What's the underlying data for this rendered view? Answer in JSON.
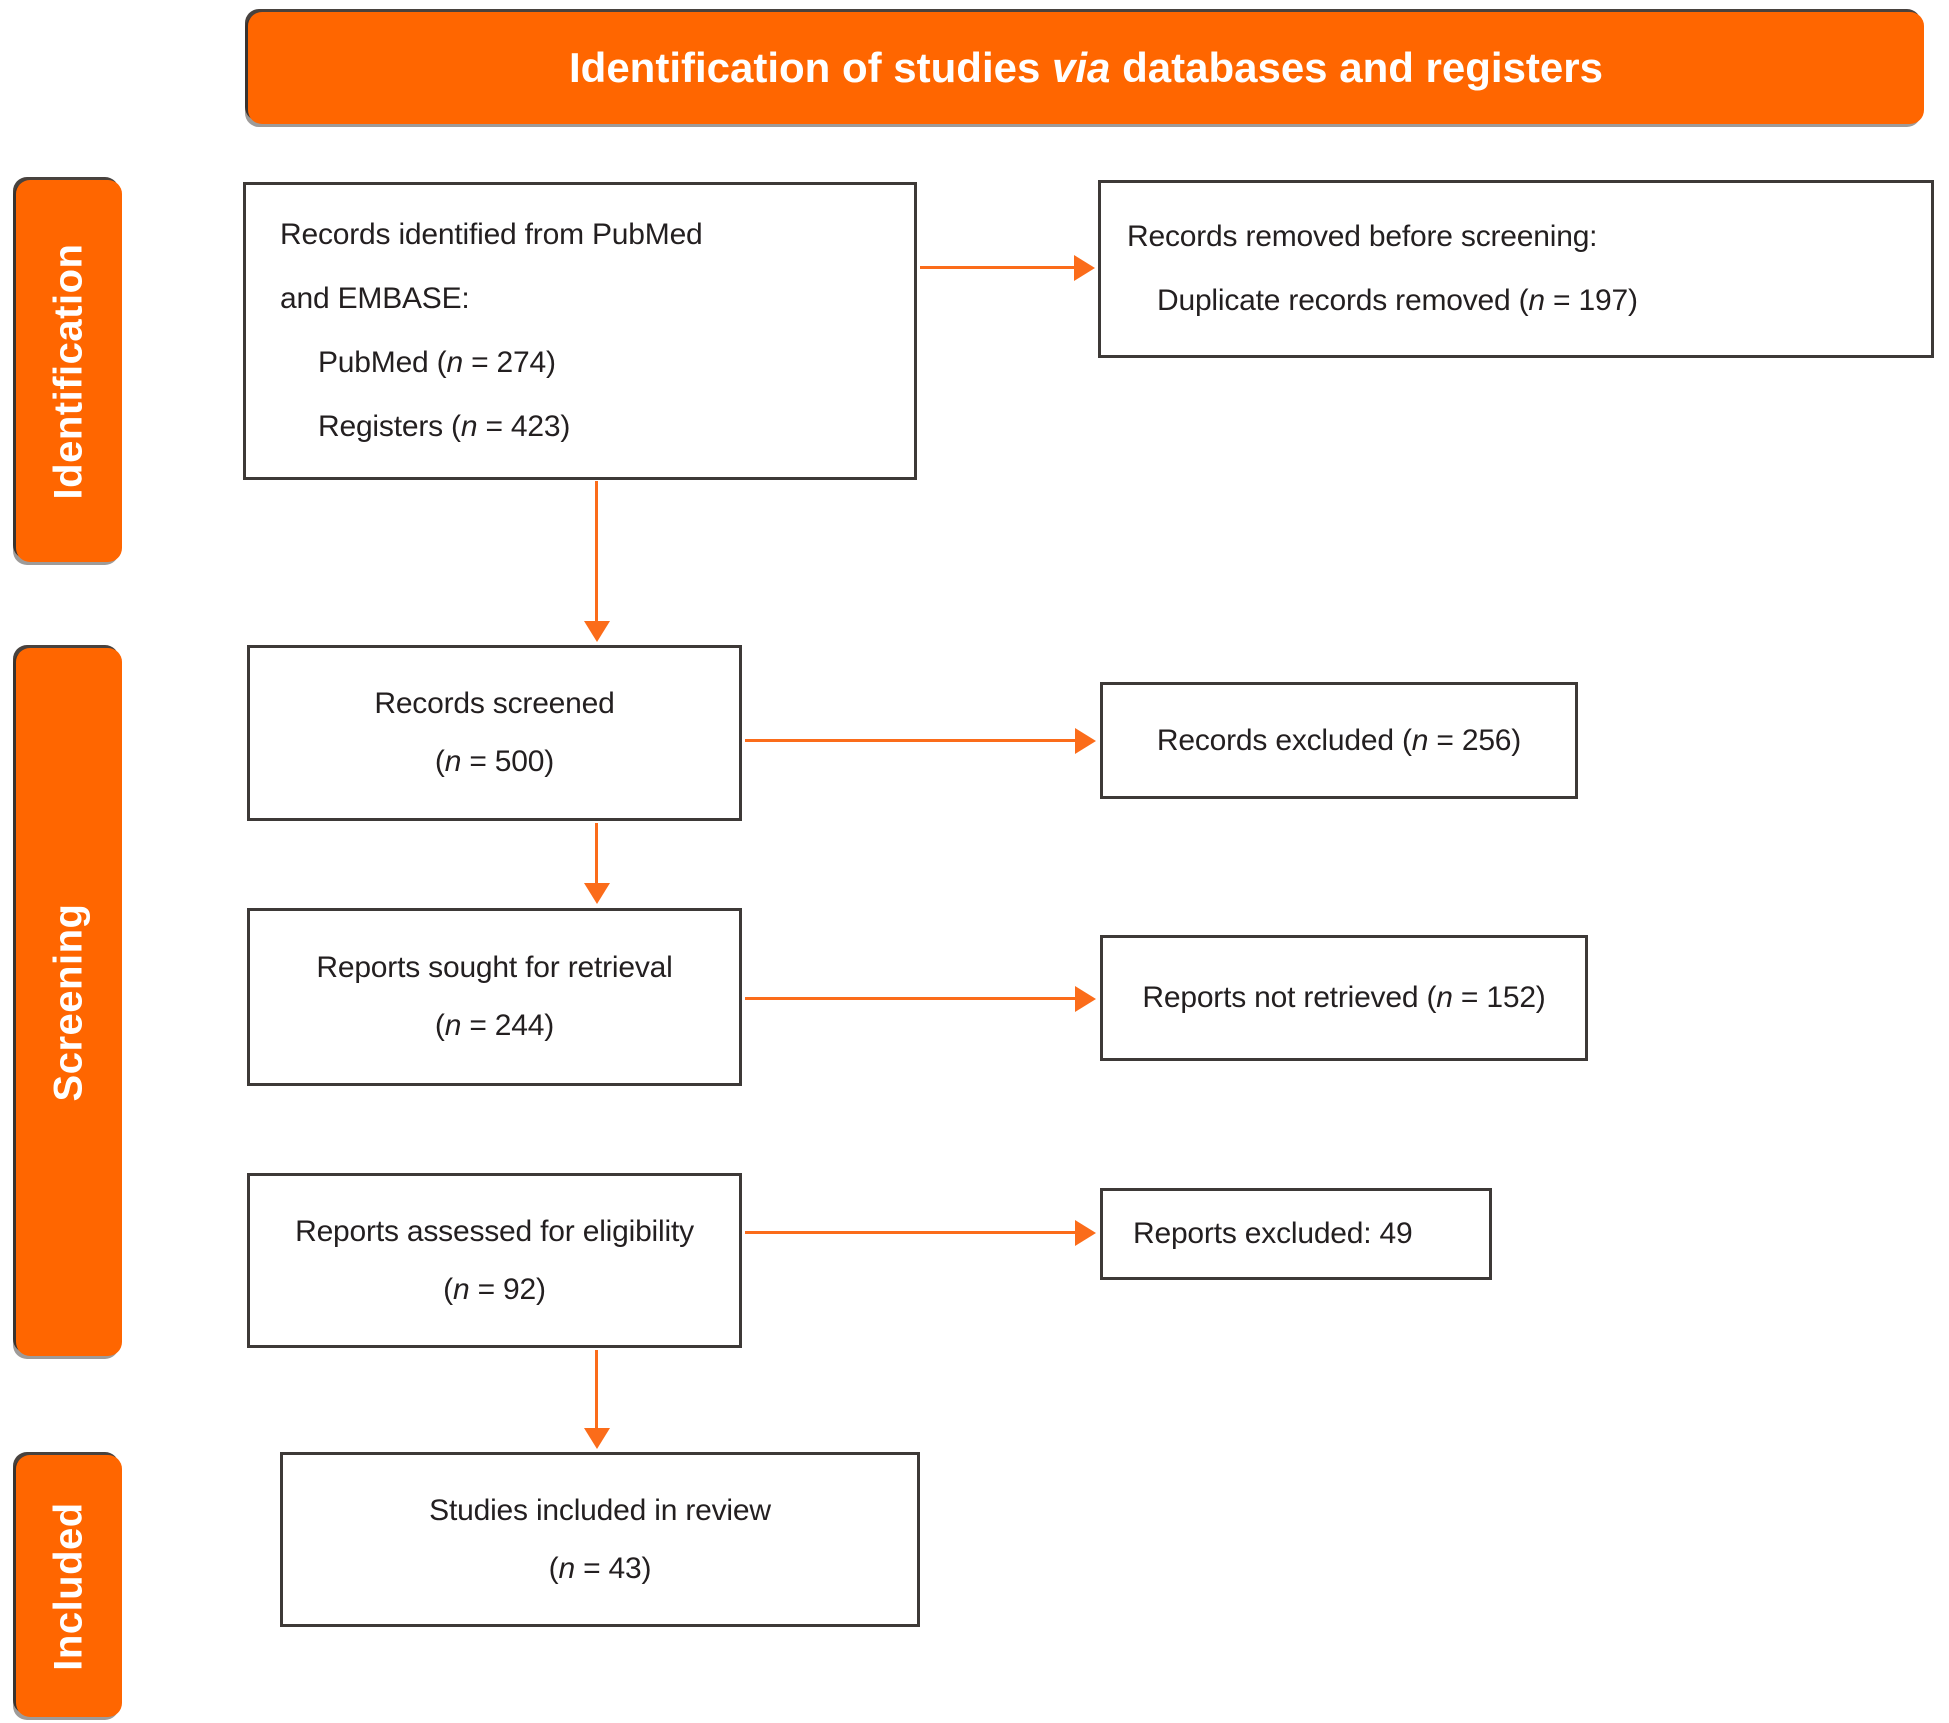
{
  "banner": {
    "segments": [
      "Identification of studies ",
      "via",
      " databases and registers"
    ]
  },
  "stage_labels": {
    "identification": "Identification",
    "screening": "Screening",
    "included": "Included"
  },
  "boxes": {
    "records_identified": {
      "line1": "Records identified from PubMed",
      "line2": "and EMBASE:",
      "line3": [
        "PubMed (",
        "n",
        " = 274)"
      ],
      "line4": [
        "Registers (",
        "n",
        " = 423)"
      ]
    },
    "records_removed": {
      "line1": "Records removed before screening:",
      "line2": [
        "Duplicate records removed (",
        "n",
        " = 197)"
      ]
    },
    "records_screened": {
      "line1": "Records screened",
      "line2": [
        "(",
        "n",
        " = 500)"
      ]
    },
    "records_excluded": {
      "line1": [
        "Records excluded (",
        "n",
        " = 256)"
      ]
    },
    "reports_sought": {
      "line1": "Reports sought for retrieval",
      "line2": [
        "(",
        "n",
        " = 244)"
      ]
    },
    "reports_not_retrieved": {
      "line1": [
        "Reports not retrieved (",
        "n",
        " = 152)"
      ]
    },
    "reports_assessed": {
      "line1": "Reports assessed for eligibility",
      "line2": [
        "(",
        "n",
        " = 92)"
      ]
    },
    "reports_excluded": {
      "line1": "Reports excluded: 49"
    },
    "studies_included": {
      "line1": "Studies included in review",
      "line2": [
        "(",
        "n",
        " = 43)"
      ]
    }
  },
  "colors": {
    "accent_orange": "#ff6600",
    "arrow_orange": "#fb6c1a",
    "box_border": "#3d3937",
    "text": "#231f20",
    "banner_text": "#ffffff"
  }
}
